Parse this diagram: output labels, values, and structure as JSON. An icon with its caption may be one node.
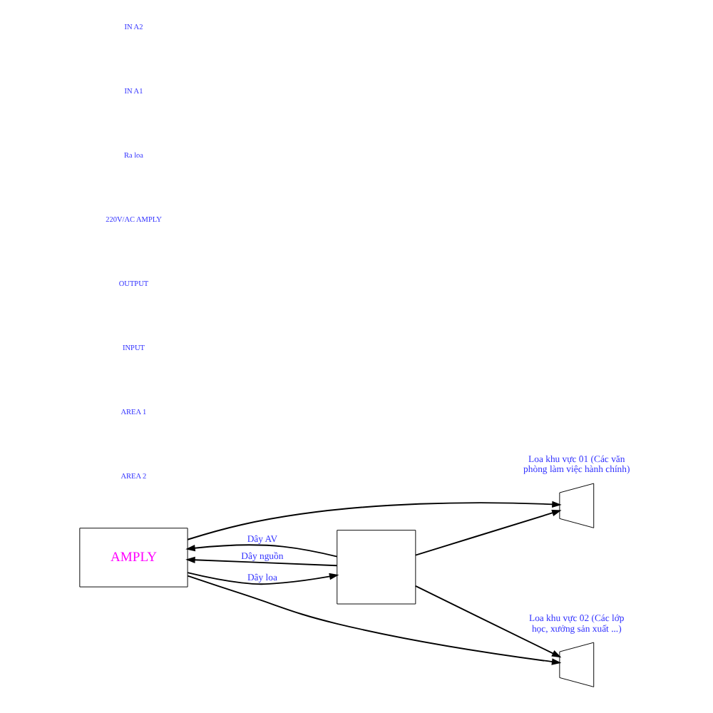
{
  "diagram": {
    "nodes": [
      {
        "text": [],
        "shape": "trapezoid",
        "beside": [
          "Loa khu vực 01 (Các văn phòng làm việc hành chính)"
        ]
      },
      {
        "text": [],
        "shape": "trapezoid",
        "beside": [
          "Loa khu vực 02 (Các lớp học, xưởng sản xuất ...)"
        ]
      },
      {
        "text": [
          "AMPLY"
        ]
      },
      {
        "text": [],
        "shape": "box"
      }
    ],
    "edges": [
      {
        "from": 3,
        "to": 0,
        "arrow": "to"
      },
      {
        "from": 3,
        "to": 1,
        "arrow": "to"
      },
      {
        "from": 2,
        "to": 0,
        "arrow": "to"
      },
      {
        "from": 2,
        "to": 1,
        "arrow": "to"
      },
      {
        "from": 3,
        "to": 2,
        "arrow": "to",
        "label": "Dây AV"
      },
      {
        "from": 3,
        "to": 2,
        "arrow": "to",
        "label": "Dây nguồn"
      },
      {
        "from": 2,
        "to": 3,
        "arrow": "to",
        "label": "Dây loa"
      }
    ],
    "labels": [
      "AREA 2",
      "AREA 1",
      "INPUT",
      "OUTPUT",
      "220V/AC AMPLY",
      "Ra loa",
      "IN A1",
      "IN A2"
    ]
  }
}
